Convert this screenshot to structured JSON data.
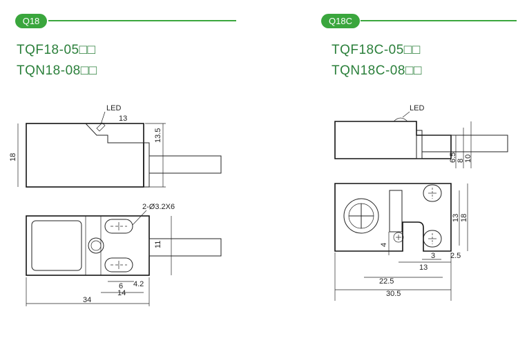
{
  "left": {
    "tag": "Q18",
    "model_1": "TQF18-05□□",
    "model_2": "TQN18-08□□",
    "labels": {
      "led": "LED",
      "d13": "13",
      "d13_5": "13.5",
      "d18": "18",
      "holes": "2-Ø3.2X6",
      "d11": "11",
      "d6": "6",
      "d4_2": "4.2",
      "d14": "14",
      "d34": "34"
    }
  },
  "right": {
    "tag": "Q18C",
    "model_1": "TQF18C-05□□",
    "model_2": "TQN18C-08□□",
    "labels": {
      "led": "LED",
      "d6_5": "6.5",
      "d8": "8",
      "d10": "10",
      "d13": "13",
      "d18": "18",
      "d4": "4",
      "d3": "3",
      "d2_5": "2.5",
      "d13b": "13",
      "d22_5": "22.5",
      "d30_5": "30.5"
    }
  }
}
